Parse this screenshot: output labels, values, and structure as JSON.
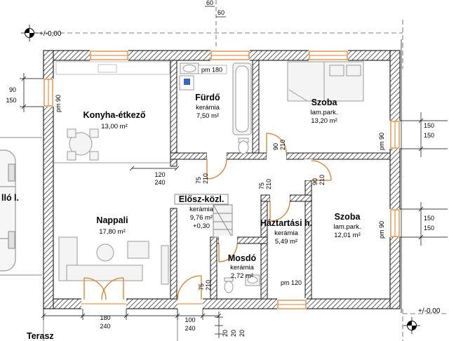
{
  "plan": {
    "rooms": {
      "konyha": {
        "name": "Konyha-étkező",
        "area": "13,00 m²"
      },
      "furdo": {
        "name": "Fürdő",
        "finish": "kerámia",
        "area": "7,50 m²"
      },
      "szoba1": {
        "name": "Szoba",
        "finish": "lam.park.",
        "area": "13,20 m²"
      },
      "nappali": {
        "name": "Nappali",
        "area": "17,80 m²"
      },
      "eloszoba": {
        "name": "Elősz-közl.",
        "finish": "kerámia",
        "area": "9,76 m²",
        "level": "+0,30"
      },
      "haztartasi": {
        "name": "Háztartási h.",
        "finish": "kerámia",
        "area": "5,49 m²"
      },
      "mosdo": {
        "name": "Mosdó",
        "finish": "kerámia",
        "area": "2,72 m²"
      },
      "szoba2": {
        "name": "Szoba",
        "finish": "lam.park.",
        "area": "12,01 m²"
      }
    },
    "levels": {
      "zero": "+/-0,00"
    },
    "outside": {
      "parking": "lló l.",
      "terrace": "Terasz"
    },
    "dims": {
      "d20": "20",
      "d60": "60",
      "d75": "75",
      "d90": "90",
      "d100": "100",
      "d120": "120",
      "d150": "150",
      "d180": "180",
      "d210": "210",
      "d240": "240",
      "pm90": "pm 90",
      "pm120": "pm 120",
      "pm180": "pm 180"
    },
    "colors": {
      "door": "#e07c1f",
      "furniture_line": "#9a9a9a",
      "wall": "#000000"
    }
  }
}
